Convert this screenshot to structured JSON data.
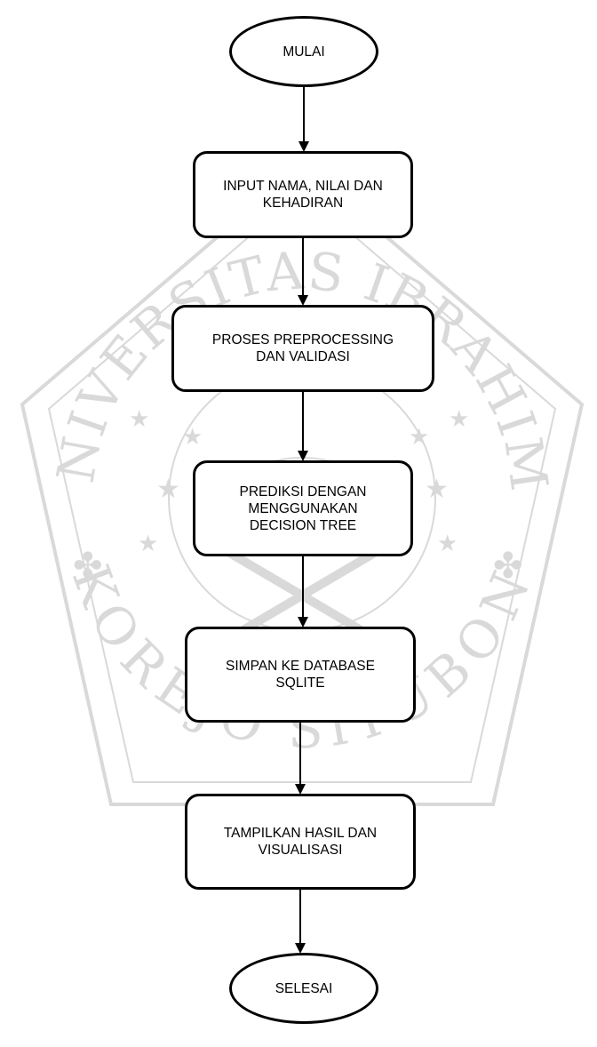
{
  "diagram": {
    "type": "flowchart",
    "nodes": [
      {
        "id": "mulai",
        "shape": "terminal",
        "lines": [
          "MULAI"
        ]
      },
      {
        "id": "input",
        "shape": "process",
        "lines": [
          "INPUT NAMA, NILAI DAN",
          "KEHADIRAN"
        ]
      },
      {
        "id": "preprocessing",
        "shape": "process",
        "lines": [
          "PROSES PREPROCESSING",
          "DAN VALIDASI"
        ]
      },
      {
        "id": "prediksi",
        "shape": "process",
        "lines": [
          "PREDIKSI DENGAN",
          "MENGGUNAKAN",
          "DECISION TREE"
        ]
      },
      {
        "id": "simpan",
        "shape": "process",
        "lines": [
          "SIMPAN KE DATABASE",
          "SQLITE"
        ]
      },
      {
        "id": "tampilkan",
        "shape": "process",
        "lines": [
          "TAMPILKAN HASIL DAN",
          "VISUALISASI"
        ]
      },
      {
        "id": "selesai",
        "shape": "terminal",
        "lines": [
          "SELESAI"
        ]
      }
    ],
    "edges": [
      {
        "from": "mulai",
        "to": "input"
      },
      {
        "from": "input",
        "to": "preprocessing"
      },
      {
        "from": "preprocessing",
        "to": "prediksi"
      },
      {
        "from": "prediksi",
        "to": "simpan"
      },
      {
        "from": "simpan",
        "to": "tampilkan"
      },
      {
        "from": "tampilkan",
        "to": "selesai"
      }
    ]
  },
  "watermark": {
    "top_text": "UNIVERSITAS IBRAHIMY",
    "bottom_text": "SUKOREJO SITUBONDO",
    "color": "#d9d9d9"
  },
  "colors": {
    "stroke": "#000000",
    "fill": "#ffffff"
  }
}
